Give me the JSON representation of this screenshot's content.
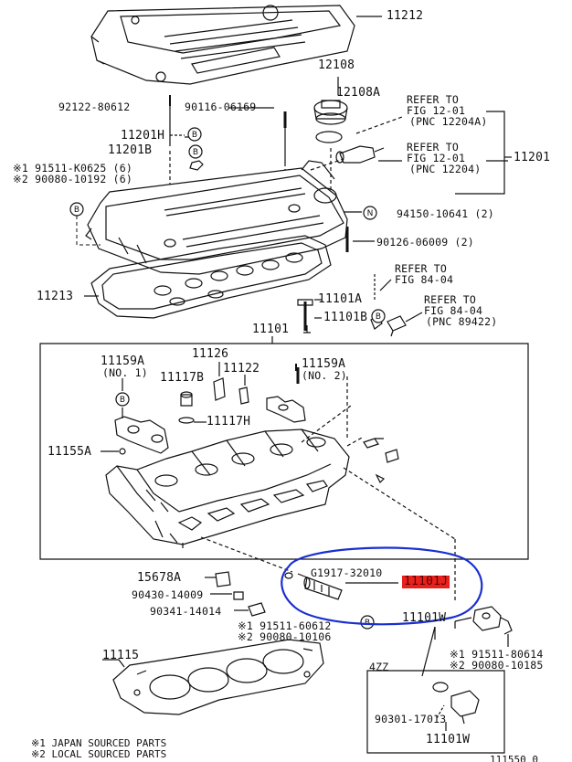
{
  "labels": {
    "p11212": "11212",
    "p12108": "12108",
    "p12108A": "12108A",
    "p92122": "92122-80612",
    "p90116": "90116-06169",
    "refer1": "REFER TO",
    "fig1": "FIG 12-01",
    "pnc1": "(PNC 12204A)",
    "p11201H": "11201H",
    "p11201B": "11201B",
    "refer2": "REFER TO",
    "fig2": "FIG 12-01",
    "pnc2": "(PNC 12204)",
    "p11201": "11201",
    "k0625": "※1 91511-K0625 (6)",
    "p10192": "※2 90080-10192 (6)",
    "p94150": "94150-10641 (2)",
    "p90126": "90126-06009 (2)",
    "refer3": "REFER TO",
    "fig3": "FIG 84-04",
    "p11101A": "11101A",
    "p11213": "11213",
    "refer4": "REFER TO",
    "fig4": "FIG 84-04",
    "pnc4": "(PNC 89422)",
    "p11101": "11101",
    "p11101B": "11101B",
    "p11159A_1": "11159A",
    "no1": "(NO. 1)",
    "p11126": "11126",
    "p11117B": "11117B",
    "p11122": "11122",
    "p11159A_2": "11159A",
    "no2": "(NO. 2)",
    "p11117H": "11117H",
    "p11155A": "11155A",
    "pG1917": "G1917-32010",
    "p11101J": "11101J",
    "p15678A": "15678A",
    "p90430": "90430-14009",
    "p90341": "90341-14014",
    "p60612": "※1 91511-60612",
    "p10106": "※2 90080-10106",
    "p11101W": "11101W",
    "p80614": "※1 91511-80614",
    "p10185": "※2 90080-10185",
    "p11115": "11115",
    "p4ZZ": "4ZZ",
    "p90301": "90301-17013",
    "p11101W_b": "11101W",
    "markB": "B",
    "markN": "N",
    "foot": "111550 0"
  },
  "notes": {
    "n1": "※1 JAPAN SOURCED PARTS",
    "n2": "※2 LOCAL SOURCED PARTS"
  },
  "colors": {
    "ink": "#111111",
    "highlight": "#e8211c",
    "annotation": "#1a2fd0"
  }
}
